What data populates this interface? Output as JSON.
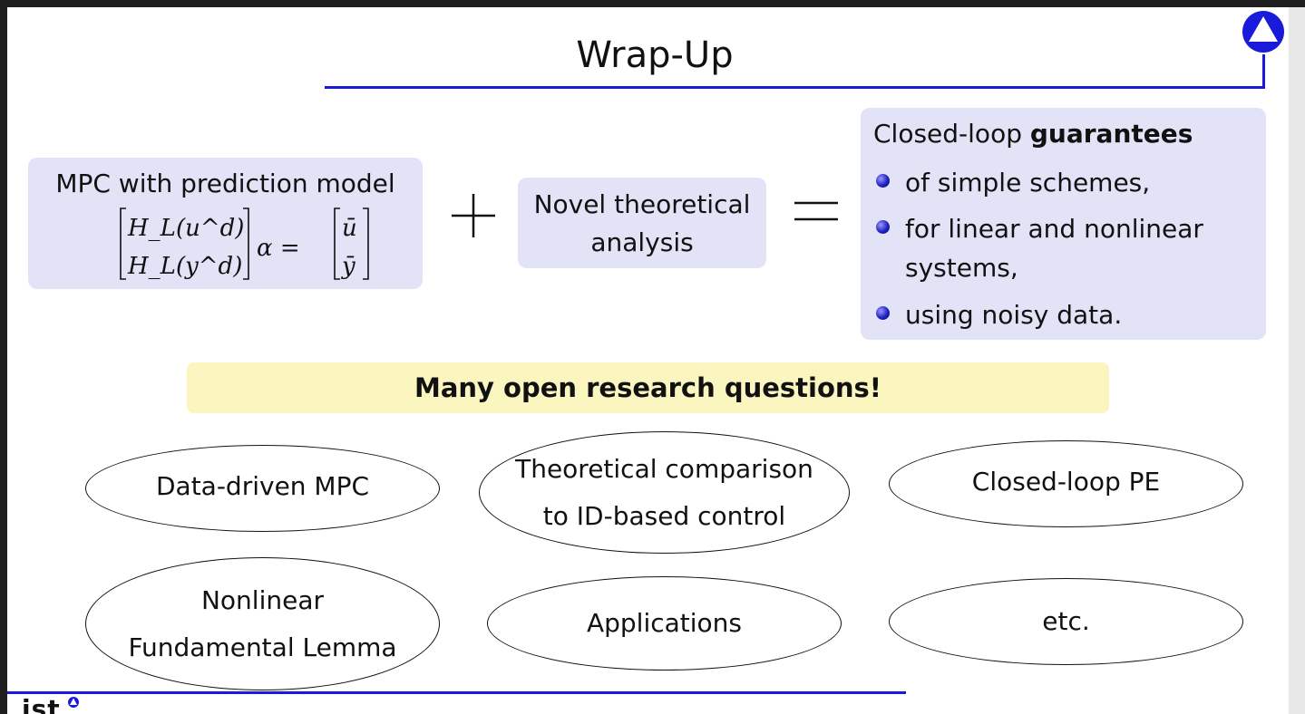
{
  "slide": {
    "title": "Wrap-Up",
    "mpc_box": {
      "label": "MPC with prediction model",
      "equation": {
        "top_left": "H_L(u^d)",
        "bottom_left": "H_L(y^d)",
        "middle": "α =",
        "top_right": "ū",
        "bottom_right": "ȳ"
      }
    },
    "plus_symbol": "+",
    "novel_box": {
      "line1": "Novel theoretical",
      "line2": "analysis"
    },
    "equals_symbol": "=",
    "guarantees_box": {
      "heading_prefix": "Closed-loop",
      "heading_bold": "guarantees",
      "bullets": [
        "of simple schemes,",
        "for linear and nonlinear systems,",
        "using noisy data."
      ]
    },
    "banner": "Many open research questions!",
    "topics": {
      "data_driven_mpc": "Data-driven MPC",
      "theoretical_comparison_line1": "Theoretical comparison",
      "theoretical_comparison_line2": "to ID-based control",
      "closed_loop_pe": "Closed-loop PE",
      "nonlinear_line1": "Nonlinear",
      "nonlinear_line2": "Fundamental Lemma",
      "applications": "Applications",
      "etc": "etc."
    },
    "footer_logo": "ist",
    "colors": {
      "accent_blue": "#1a1adb",
      "box_lavender": "#e3e3f8",
      "banner_yellow": "#fbf5c0"
    }
  }
}
